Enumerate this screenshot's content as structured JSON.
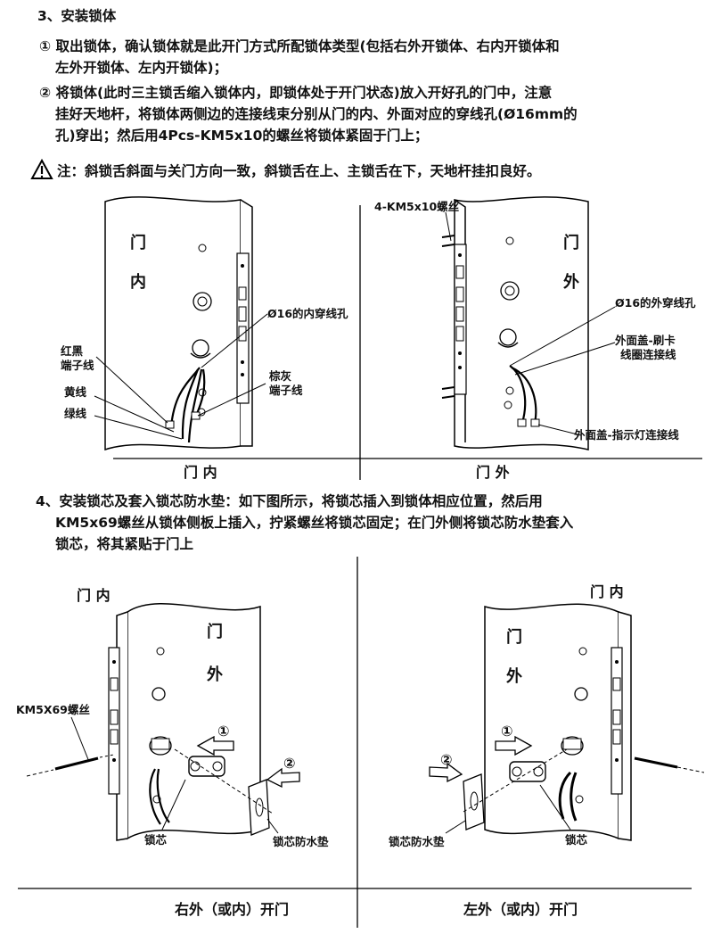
{
  "section3": {
    "heading": "3、安装锁体",
    "step1_l1": "① 取出锁体，确认锁体就是此开门方式所配锁体类型(包括右外开锁体、右内开锁体和",
    "step1_l2": "左外开锁体、左内开锁体)；",
    "step2_l1": "② 将锁体(此时三主锁舌缩入锁体内，即锁体处于开门状态)放入开好孔的门中，注意",
    "step2_l2": "挂好天地杆，将锁体两侧边的连接线束分别从门的内、外面对应的穿线孔(Ø16mm的",
    "step2_l3": "孔)穿出；然后用4Pcs-KM5x10的螺丝将锁体紧固于门上；",
    "note": "注：斜锁舌斜面与关门方向一致，斜锁舌在上、主锁舌在下，天地杆挂扣良好。"
  },
  "fig1": {
    "left_door_label1": "门",
    "left_door_label2": "内",
    "hole_inner": "Ø16的内穿线孔",
    "red_black_1": "红黑",
    "red_black_2": "端子线",
    "yellow": "黄线",
    "green": "绿线",
    "brown_gray_1": "棕灰",
    "brown_gray_2": "端子线",
    "screw_label": "4-KM5x10螺丝",
    "right_door_label1": "门",
    "right_door_label2": "外",
    "hole_outer": "Ø16的外穿线孔",
    "card_1": "外面盖-刷卡",
    "card_2": "线圈连接线",
    "led": "外面盖-指示灯连接线",
    "caption_left": "门  内",
    "caption_right": "门  外"
  },
  "section4": {
    "l1": "4、安装锁芯及套入锁芯防水垫：如下图所示，将锁芯插入到锁体相应位置，然后用",
    "l2": "KM5x69螺丝从锁体侧板上插入，拧紧螺丝将锁芯固定；在门外侧将锁芯防水垫套入",
    "l3": "锁芯，将其紧贴于门上"
  },
  "fig2": {
    "left_top": "门 内",
    "left_door1": "门",
    "left_door2": "外",
    "screw": "KM5X69螺丝",
    "step1": "①",
    "step2": "②",
    "core": "锁芯",
    "pad": "锁芯防水垫",
    "caption_left": "右外（或内）开门",
    "right_top": "门 内",
    "right_door1": "门",
    "right_door2": "外",
    "r_step1": "①",
    "r_step2": "②",
    "r_pad": "锁芯防水垫",
    "r_core": "锁芯",
    "caption_right": "左外（或内）开门"
  }
}
